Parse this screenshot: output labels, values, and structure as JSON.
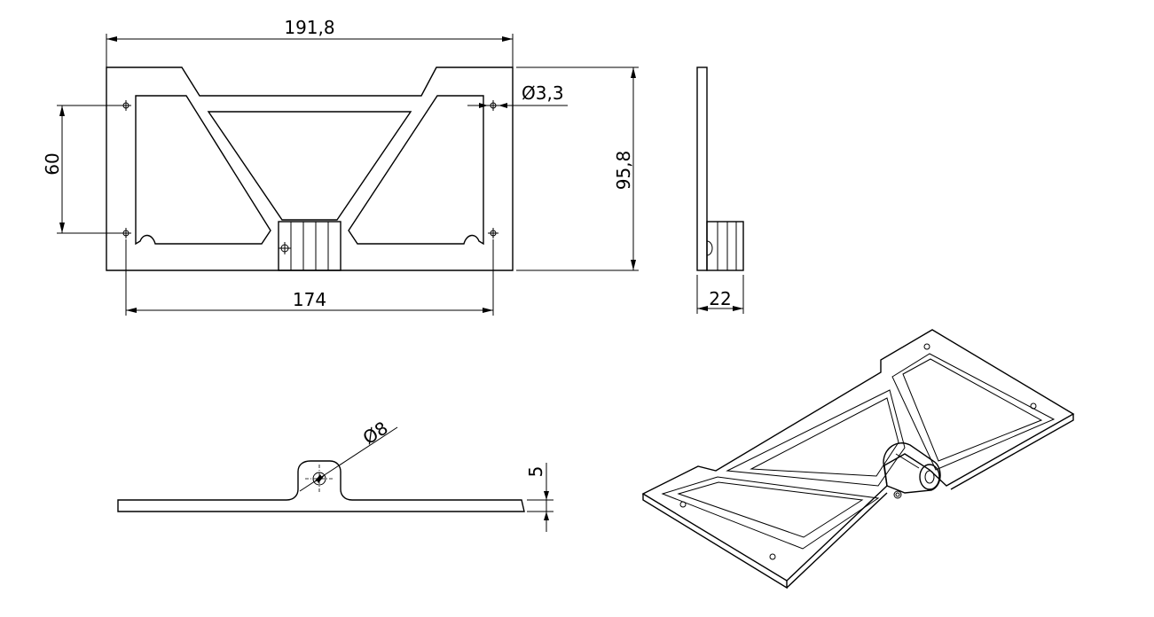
{
  "dimensions": {
    "overall_width": "191,8",
    "overall_height": "95,8",
    "hole_spacing_horizontal": "174",
    "hole_spacing_vertical": "60",
    "hole_diameter": "Ø3,3",
    "side_depth": "22",
    "hinge_bore_diameter": "Ø8",
    "plate_thickness": "5"
  }
}
